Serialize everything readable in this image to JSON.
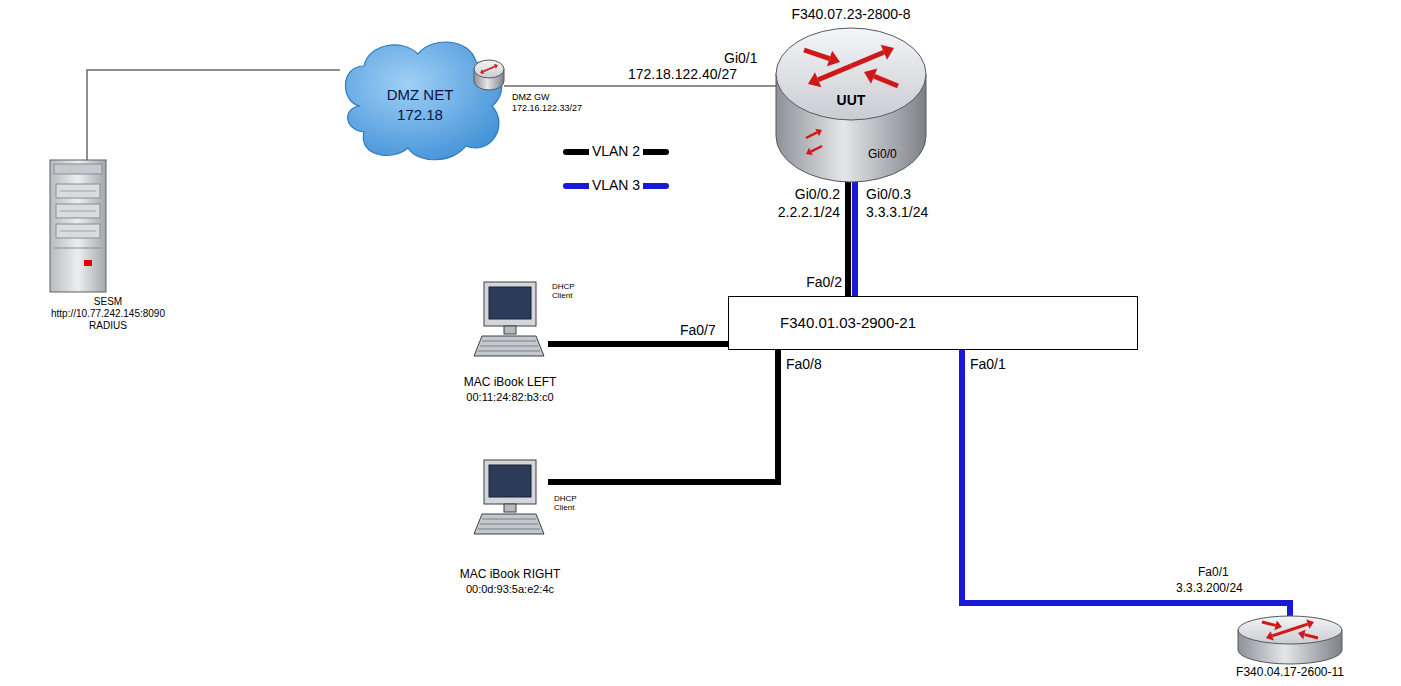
{
  "diagram": {
    "nodes": [
      {
        "text": [
          "SESM",
          "http://10.77.242.145:8090",
          "RADIUS"
        ]
      },
      {
        "text": [
          "DMZ NET",
          "172.18"
        ]
      },
      {
        "text": [
          "DMZ GW",
          "172.16.122.33/27"
        ]
      },
      {
        "text": [
          "F340.07.23-2800-8",
          "UUT",
          "Gi0/0"
        ]
      },
      {
        "text": [
          "F340.01.03-2900-21"
        ]
      },
      {
        "text": [
          "DHCP Client",
          "MAC iBook LEFT",
          "00:11:24:82:b3:c0"
        ]
      },
      {
        "text": [
          "DHCP Client",
          "MAC iBook RIGHT",
          "00:0d:93:5a:e2:4c"
        ]
      },
      {
        "text": [
          "F340.04.17-2600-11"
        ]
      }
    ],
    "edges": [
      {
        "from": 0,
        "to": 1,
        "arrow": "none"
      },
      {
        "from": 2,
        "to": 3,
        "arrow": "none"
      },
      {
        "from": 3,
        "to": 4,
        "arrow": "none"
      },
      {
        "from": 3,
        "to": 4,
        "arrow": "none"
      },
      {
        "from": 4,
        "to": 5,
        "arrow": "none"
      },
      {
        "from": 4,
        "to": 6,
        "arrow": "none"
      },
      {
        "from": 4,
        "to": 7,
        "arrow": "none"
      }
    ],
    "labels": [
      "Gi0/1",
      "172.18.122.40/27",
      "Gi0/0.2",
      "2.2.2.1/24",
      "Gi0/0.3",
      "3.3.3.1/24",
      "Fa0/2",
      "Fa0/7",
      "Fa0/8",
      "Fa0/1",
      "Fa0/1",
      "3.3.3.200/24"
    ],
    "legend": [
      {
        "text": "VLAN 2"
      },
      {
        "text": "VLAN 3"
      }
    ]
  }
}
